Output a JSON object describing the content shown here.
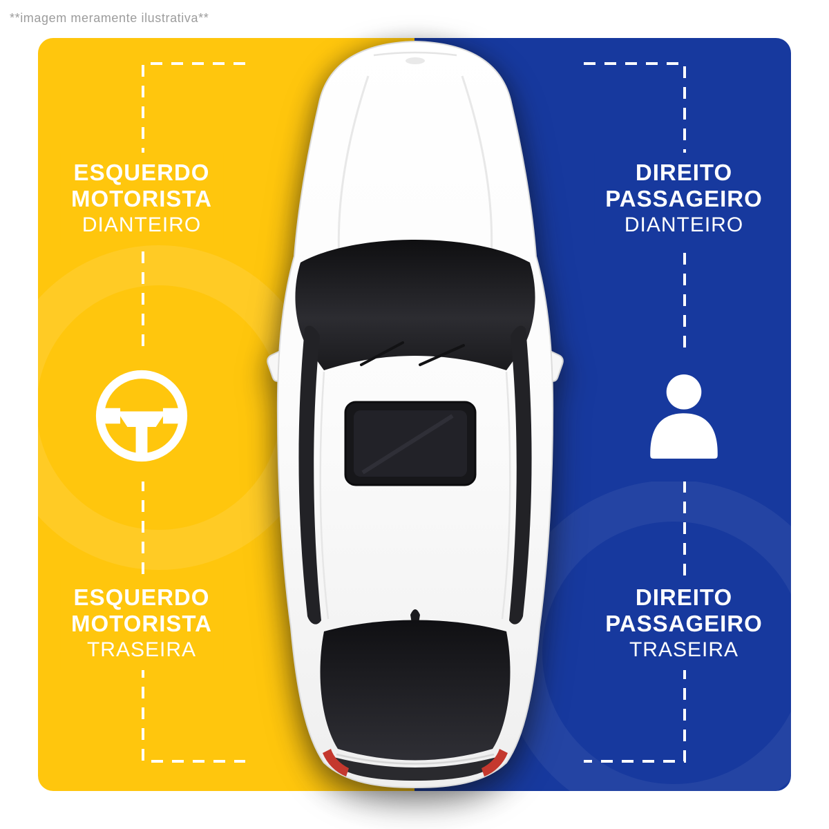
{
  "page": {
    "disclaimer": "**imagem meramente ilustrativa**"
  },
  "colors": {
    "yellow": "#FFC60D",
    "blue": "#17399E",
    "label_text": "#FFFFFF",
    "disclaimer_text": "#9C9C9C"
  },
  "left_panel": {
    "side": "driver-left",
    "front_label": {
      "line1": "ESQUERDO",
      "line2": "MOTORISTA",
      "line3": "DIANTEIRO"
    },
    "rear_label": {
      "line1": "ESQUERDO",
      "line2": "MOTORISTA",
      "line3": "TRASEIRA"
    },
    "icon": "steering-wheel-icon"
  },
  "right_panel": {
    "side": "passenger-right",
    "front_label": {
      "line1": "DIREITO",
      "line2": "PASSAGEIRO",
      "line3": "DIANTEIRO"
    },
    "rear_label": {
      "line1": "DIREITO",
      "line2": "PASSAGEIRO",
      "line3": "TRASEIRA"
    },
    "icon": "person-icon"
  },
  "center": {
    "illustration": "car-top-view-illustration"
  }
}
